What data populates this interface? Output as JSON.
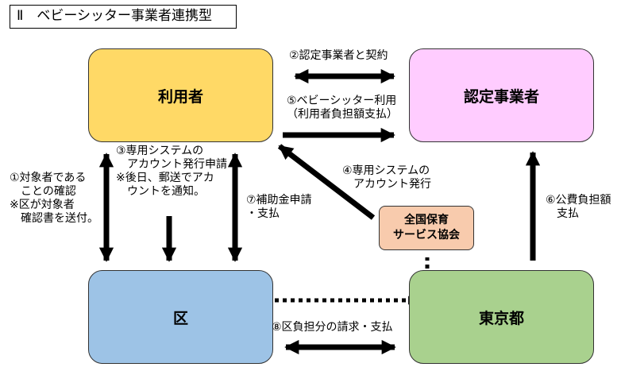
{
  "title": "Ⅱ　ベビーシッター事業者連携型",
  "nodes": {
    "user": "利用者",
    "nintei": "認定事業者",
    "ku": "区",
    "tokyo": "東京都",
    "kyokai_line1": "全国保育",
    "kyokai_line2": "サービス協会"
  },
  "labels": {
    "step2": "②認定事業者と契約",
    "step5": "⑤ベビーシッター利用\n（利用者負担額支払）",
    "step1": "①対象者である\n　ことの確認\n※区が対象者\n　確認書を送付。",
    "step3": "③専用システムの\n　アカウント発行申請\n※後日、郵送でアカ\n　ウントを通知。",
    "step7": "⑦補助金申請\n・支払",
    "step4": "④専用システムの\n　アカウント発行",
    "step6": "⑥公費負担額\n　支払",
    "step8": "⑧区負担分の請求・支払"
  },
  "colors": {
    "user": "#ffd966",
    "nintei": "#ffccff",
    "ku": "#9dc3e6",
    "tokyo": "#a9d18e",
    "kyokai": "#f8cbad",
    "arrow": "#000000"
  }
}
